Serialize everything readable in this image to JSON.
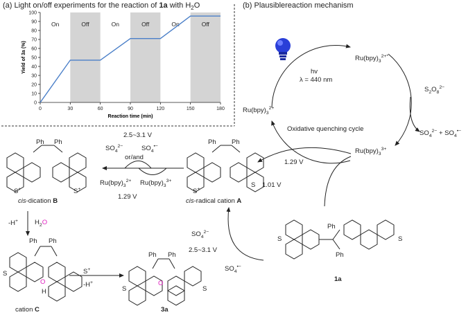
{
  "panel_a": {
    "title": "(a) Light on/off experiments for the reaction of 1a with H2O",
    "title_pre": "(a) Light on/off experiments for the reaction of ",
    "title_bold": "1a",
    "title_post": " with H",
    "title_sub": "2",
    "title_end": "O"
  },
  "panel_b": {
    "title": "(b) Plausiblereaction mechanism"
  },
  "chart_data": {
    "type": "line",
    "xlabel": "Reaction time (min)",
    "ylabel": "Yield of 3a (%)",
    "xlim": [
      0,
      180
    ],
    "ylim": [
      0,
      100
    ],
    "x_ticks": [
      0,
      30,
      60,
      90,
      120,
      150,
      180
    ],
    "y_ticks": [
      0,
      10,
      20,
      30,
      40,
      50,
      60,
      70,
      80,
      90,
      100
    ],
    "x": [
      0,
      30,
      60,
      90,
      120,
      150,
      180
    ],
    "values": [
      0,
      47,
      47,
      71,
      71,
      96,
      96
    ],
    "regions": [
      {
        "label": "On",
        "start": 0,
        "end": 30,
        "shaded": false
      },
      {
        "label": "Off",
        "start": 30,
        "end": 60,
        "shaded": true
      },
      {
        "label": "On",
        "start": 60,
        "end": 90,
        "shaded": false
      },
      {
        "label": "Off",
        "start": 90,
        "end": 120,
        "shaded": true
      },
      {
        "label": "On",
        "start": 120,
        "end": 150,
        "shaded": false
      },
      {
        "label": "Off",
        "start": 150,
        "end": 180,
        "shaded": true
      }
    ],
    "colors": {
      "line": "#4a7fc8",
      "shade": "#d4d4d4"
    }
  },
  "cycle": {
    "hv": "hv",
    "lambda": "λ = 440 nm",
    "ru_excited": "Ru(bpy)3 2+*",
    "ru_ground": "Ru(bpy)3 2+",
    "ru_oxidized": "Ru(bpy)3 3+",
    "persulfate": "S2O8 2−",
    "products": "SO4 2− + SO4 •−",
    "cycle_name": "Oxidative quenching cycle",
    "bulb_icon": "light-bulb-icon",
    "bulb_color": "#2a3fd8"
  },
  "labels": {
    "v_129_right": "1.29 V",
    "v_101": "1.01 V",
    "v_2531_top": "2.5~3.1 V",
    "v_2531_bottom": "2.5~3.1 V",
    "v_129_left": "1.29 V",
    "or_and": "or/and",
    "so4_2m": "SO4 2−",
    "so4_rad": "SO4 •−",
    "ru2": "Ru(bpy)3 2+",
    "ru3": "Ru(bpy)3 3+",
    "so4_2m_bottom": "SO4 2−",
    "so4_rad_bottom": "SO4 •−",
    "h_plus_1": "-H+",
    "water": "H2O",
    "h_plus_2": "-H+"
  },
  "compounds": {
    "dication_prefix": "cis",
    "dication_suffix": "-dication",
    "dication_id": "B",
    "radical_prefix": "cis",
    "radical_suffix": "-radical cation",
    "radical_id": "A",
    "cation_prefix": "cation",
    "cation_id": "C",
    "product_id": "3a",
    "start_id": "1a",
    "ph": "Ph",
    "s": "S",
    "o": "O",
    "h": "H"
  }
}
